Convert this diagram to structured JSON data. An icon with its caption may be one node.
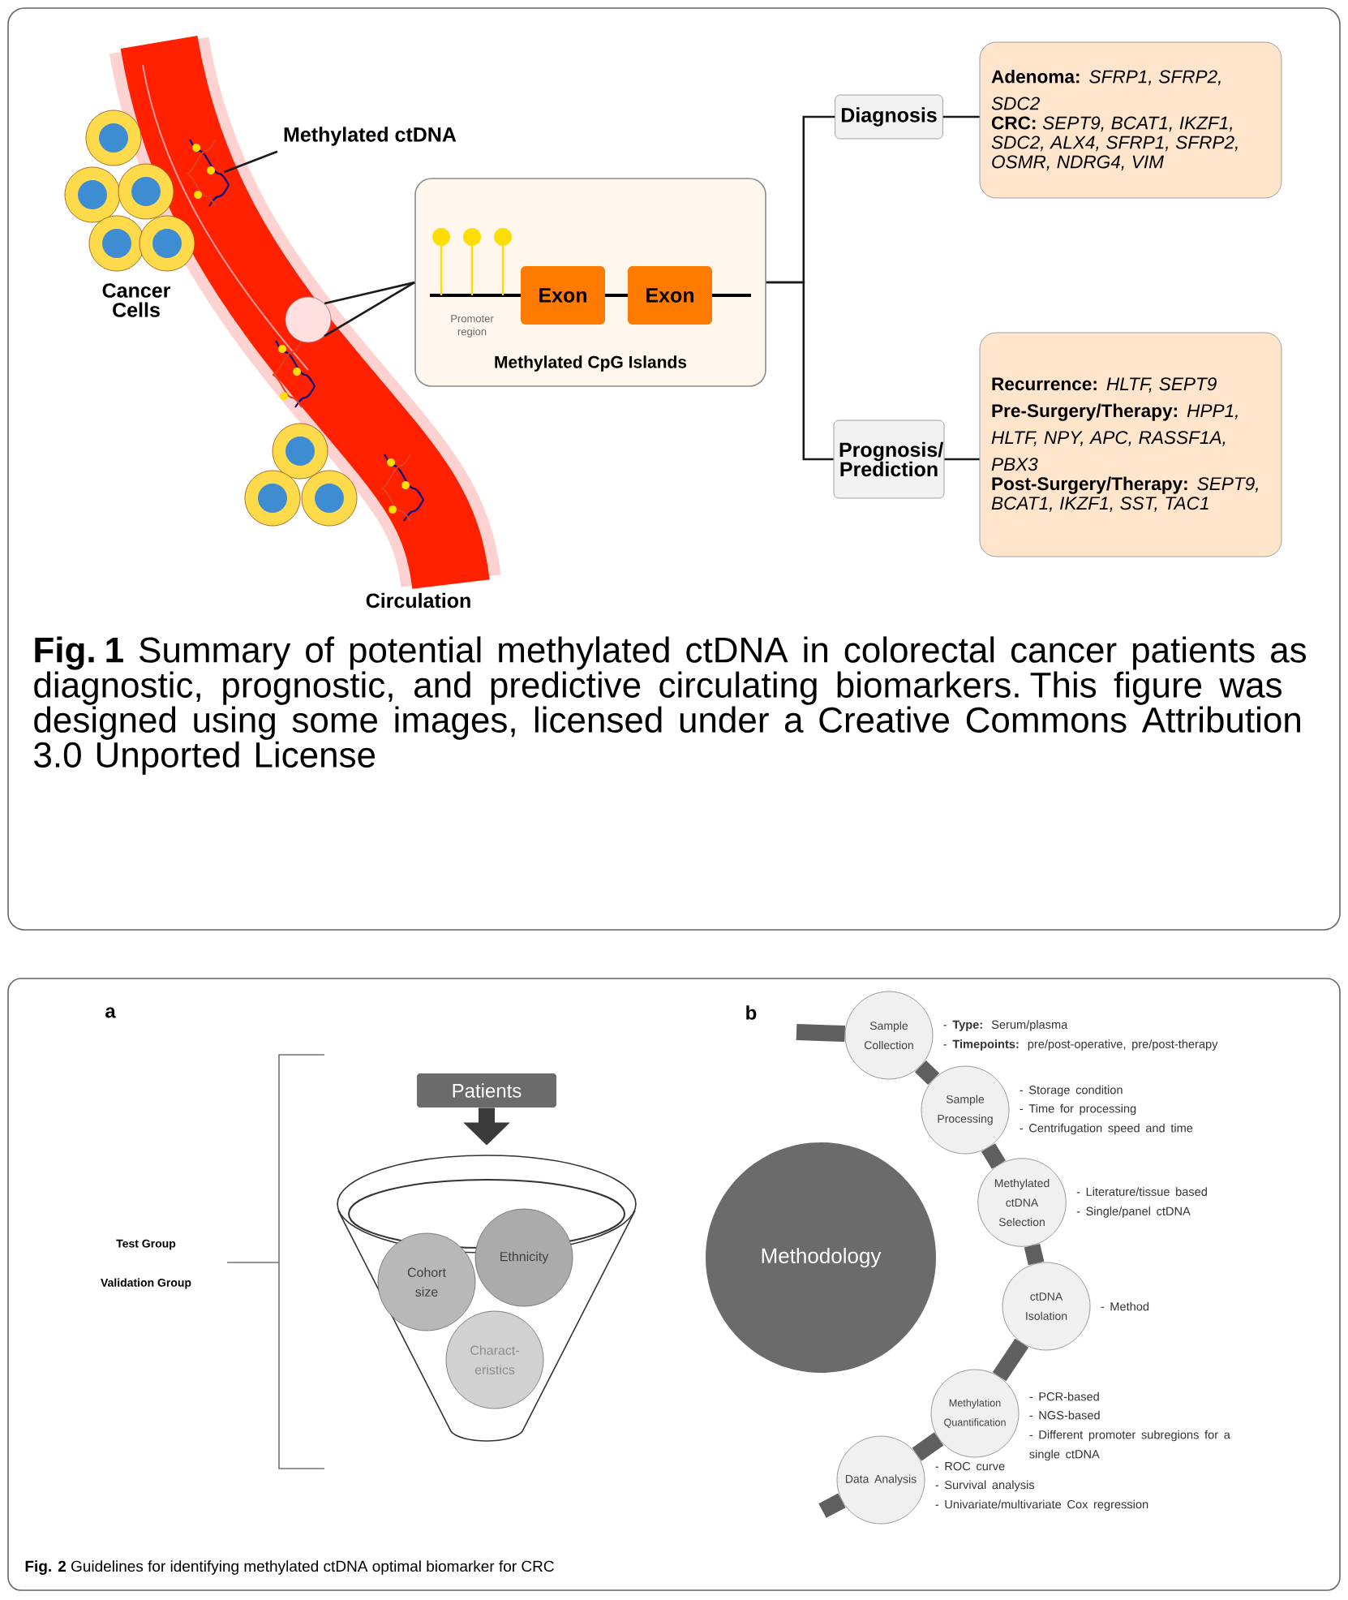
{
  "diagram": {
    "caption": "**Fig. 1** Summary of potential methylated ctDNA in colorectal cancer patients as diagnostic, prognostic, and predictive circulating biomarkers. This figure was designed using some images, licensed under a Creative Commons Attribution 3.0 Unported License",
    "nodes": [
      {
        "text": [
          "Methylated ctDNA"
        ]
      },
      {
        "text": [],
        "shape": "picture"
      },
      {
        "text": [],
        "shape": "circle"
      },
      {
        "text": [
          "Promoter region",
          "Methylated CpG Islands"
        ]
      },
      {
        "text": [
          "Exon"
        ],
        "in": 3
      },
      {
        "text": [
          "Exon"
        ],
        "in": 3
      },
      {
        "text": [
          "Diagnosis"
        ]
      },
      {
        "text": [
          "Prognosis/ Prediction"
        ]
      },
      {
        "text": [
          "**Adenoma:** *SFRP1, SFRP2, SDC2*",
          "**CRC:** *SEPT9, BCAT1, IKZF1, SDC2, ALX4, SFRP1, SFRP2, OSMR, NDRG4, VIM*"
        ]
      },
      {
        "text": [
          "**Recurrence:** *HLTF, SEPT9*",
          "**Pre-Surgery/Therapy:** *HPP1, HLTF, NPY, APC, RASSF1A, PBX3*",
          "**Post-Surgery/Therapy:** *SEPT9, BCAT1, IKZF1, SST, TAC1*"
        ]
      },
      {
        "text": [
          "Patients"
        ]
      },
      {
        "text": [],
        "shape": "funnel"
      },
      {
        "text": [
          "Cohort size"
        ],
        "in": 11
      },
      {
        "text": [
          "Ethnicity"
        ],
        "in": 11
      },
      {
        "text": [
          "Charact- eristics"
        ],
        "in": 11
      },
      {
        "text": [
          "Methodology"
        ]
      },
      {
        "text": [
          "Sample Collection"
        ],
        "beside": [
          "- **Type:** Serum/plasma",
          "- **Timepoints:** pre/post-operative, pre/post-therapy"
        ]
      },
      {
        "text": [
          "Sample Processing"
        ],
        "beside": [
          "- Storage condition",
          "- Time for processing",
          "- Centrifugation speed and time"
        ]
      },
      {
        "text": [
          "Methylated ctDNA Selection"
        ],
        "beside": [
          "- Literature/tissue based",
          "- Single/panel ctDNA"
        ]
      },
      {
        "text": [
          "ctDNA Isolation"
        ],
        "beside": [
          "- Method"
        ]
      },
      {
        "text": [
          "Methylation Quantification"
        ],
        "beside": [
          "- PCR-based",
          "- NGS-based",
          "- Different promoter subregions for a single ctDNA"
        ]
      },
      {
        "text": [
          "Data Analysis"
        ],
        "beside": [
          "- ROC curve",
          "- Survival analysis",
          "- Univariate/multivariate Cox regression"
        ]
      }
    ],
    "edges": [
      {
        "from": 0,
        "to": 1,
        "arrow": "none",
        "color": "#1a1a1a"
      },
      {
        "from": 2,
        "to": 3,
        "arrow": "none",
        "color": "#1a1a1a"
      },
      {
        "from": 2,
        "to": 3,
        "arrow": "none",
        "color": "#1a1a1a"
      },
      {
        "from": 3,
        "to": 6,
        "arrow": "none",
        "color": "#1a1a1a"
      },
      {
        "from": 3,
        "to": 7,
        "arrow": "none",
        "color": "#1a1a1a"
      },
      {
        "from": 6,
        "to": 8,
        "arrow": "none",
        "color": "#1a1a1a"
      },
      {
        "from": 7,
        "to": 9,
        "arrow": "none",
        "color": "#1a1a1a"
      },
      {
        "from": 10,
        "to": 11,
        "arrow": "to",
        "color": "#3a3a3a"
      },
      {
        "from": null,
        "to": 16,
        "arrow": "none"
      },
      {
        "from": 16,
        "to": 17,
        "arrow": "none"
      },
      {
        "from": 17,
        "to": 18,
        "arrow": "none"
      },
      {
        "from": 18,
        "to": 19,
        "arrow": "none"
      },
      {
        "from": 19,
        "to": 20,
        "arrow": "none"
      },
      {
        "from": 20,
        "to": 21,
        "arrow": "none"
      },
      {
        "from": 21,
        "to": null,
        "arrow": "none"
      }
    ],
    "labels": [
      "Cancer Cells",
      "Circulation",
      "a",
      "Test Group",
      "Validation Group",
      "b",
      "**Fig. 2** Guidelines for identifying methylated ctDNA optimal biomarker for CRC"
    ]
  }
}
